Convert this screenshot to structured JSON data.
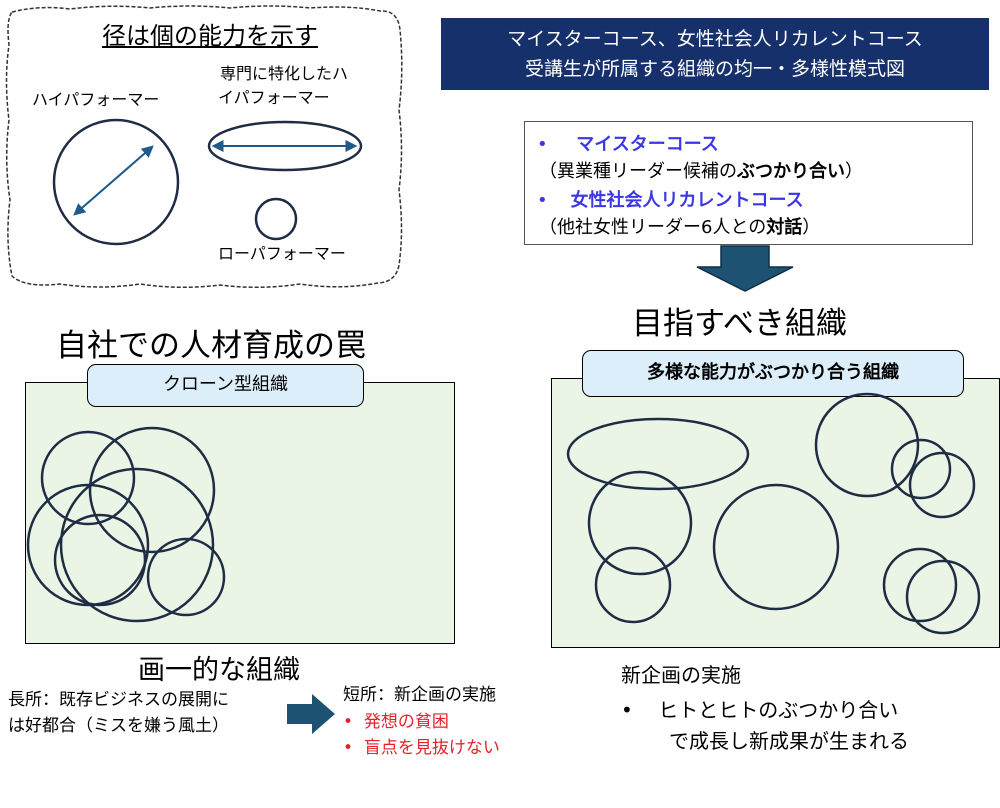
{
  "legend": {
    "title": "径は個の能力を示す",
    "high_performer": "ハイパフォーマー",
    "specialist_line1": "専門に特化したハ",
    "specialist_line2": "イパフォーマー",
    "low_performer": "ローパフォーマー"
  },
  "banner": {
    "line1": "マイスターコース、女性社会人リカレントコース",
    "line2": "受講生が所属する組織の均一・多様性模式図"
  },
  "courses": {
    "bullet": "•",
    "items": [
      {
        "name": "マイスターコース",
        "desc_prefix": "（異業種リーダー候補の",
        "desc_bold": "ぶつかり合い",
        "desc_suffix": "）"
      },
      {
        "name": "女性社会人リカレントコース",
        "desc_prefix": "（他社女性リーダー6人との",
        "desc_bold": "対話",
        "desc_suffix": "）"
      }
    ]
  },
  "left": {
    "heading": "自社での人材育成の罠",
    "tab": "クローン型組織",
    "caption": "画一的な組織",
    "merit_line1": "長所：既存ビジネスの展開に",
    "merit_line2": "は好都合（ミスを嫌う風土）",
    "demerit_title": "短所：新企画の実施",
    "demerits": [
      "発想の貧困",
      "盲点を見抜けない"
    ]
  },
  "right": {
    "heading": "目指すべき組織",
    "tab": "多様な能力がぶつかり合う組織",
    "caption": "新企画の実施",
    "result_line1": "ヒトとヒトのぶつかり合い",
    "result_line2": "で成長し新成果が生まれる"
  },
  "colors": {
    "banner": "#16306b",
    "frame_fill": "#ebf5e6",
    "tab_fill": "#dceef9",
    "arrow": "#1e5272",
    "course_blue": "#3b36e6",
    "alert_red": "#e8202a"
  }
}
